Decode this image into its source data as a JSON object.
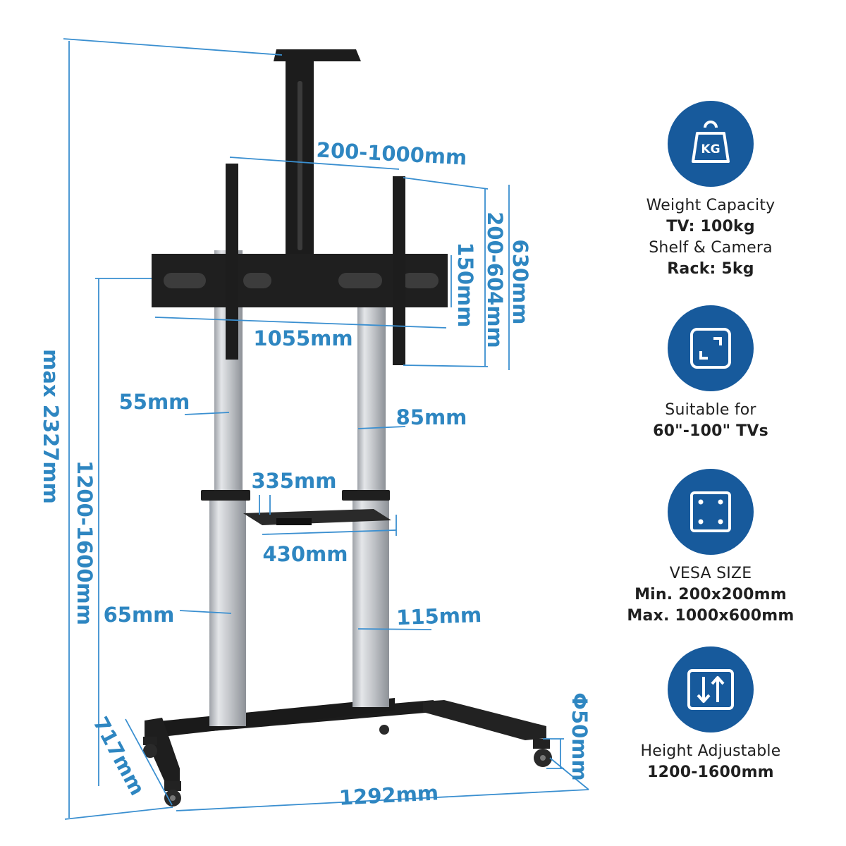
{
  "dimensions": {
    "vesa_width": "200-1000mm",
    "vesa_height": "200-604mm",
    "bracket_height": "630mm",
    "bracket_hole": "150mm",
    "bracket_width": "1055mm",
    "max_height": "max 2327mm",
    "center_height": "1200-1600mm",
    "upper_pole_small": "55mm",
    "upper_pole_large": "85mm",
    "shelf_depth": "335mm",
    "shelf_width": "430mm",
    "lower_pole_small": "65mm",
    "lower_pole_large": "115mm",
    "base_width": "1292mm",
    "base_depth": "717mm",
    "caster_diameter": "Φ50mm"
  },
  "features": [
    {
      "icon": "kg-weight-icon",
      "lines": [
        "Weight Capacity",
        "TV:  100kg",
        "Shelf & Camera",
        "Rack: 5kg"
      ],
      "bold": [
        false,
        true,
        false,
        true
      ]
    },
    {
      "icon": "screen-size-icon",
      "lines": [
        "Suitable for",
        "60\"-100\" TVs"
      ],
      "bold": [
        false,
        true
      ]
    },
    {
      "icon": "vesa-plate-icon",
      "lines": [
        "VESA SIZE",
        "Min. 200x200mm",
        "Max. 1000x600mm"
      ],
      "bold": [
        false,
        true,
        true
      ]
    },
    {
      "icon": "height-adjust-icon",
      "lines": [
        "Height Adjustable",
        "1200-1600mm"
      ],
      "bold": [
        false,
        true
      ]
    }
  ],
  "colors": {
    "dimension_blue": "#2e86c1",
    "badge_blue": "#175a9c",
    "frame_black": "#1c1c1c",
    "pole_silver": "#c9ccd0"
  }
}
